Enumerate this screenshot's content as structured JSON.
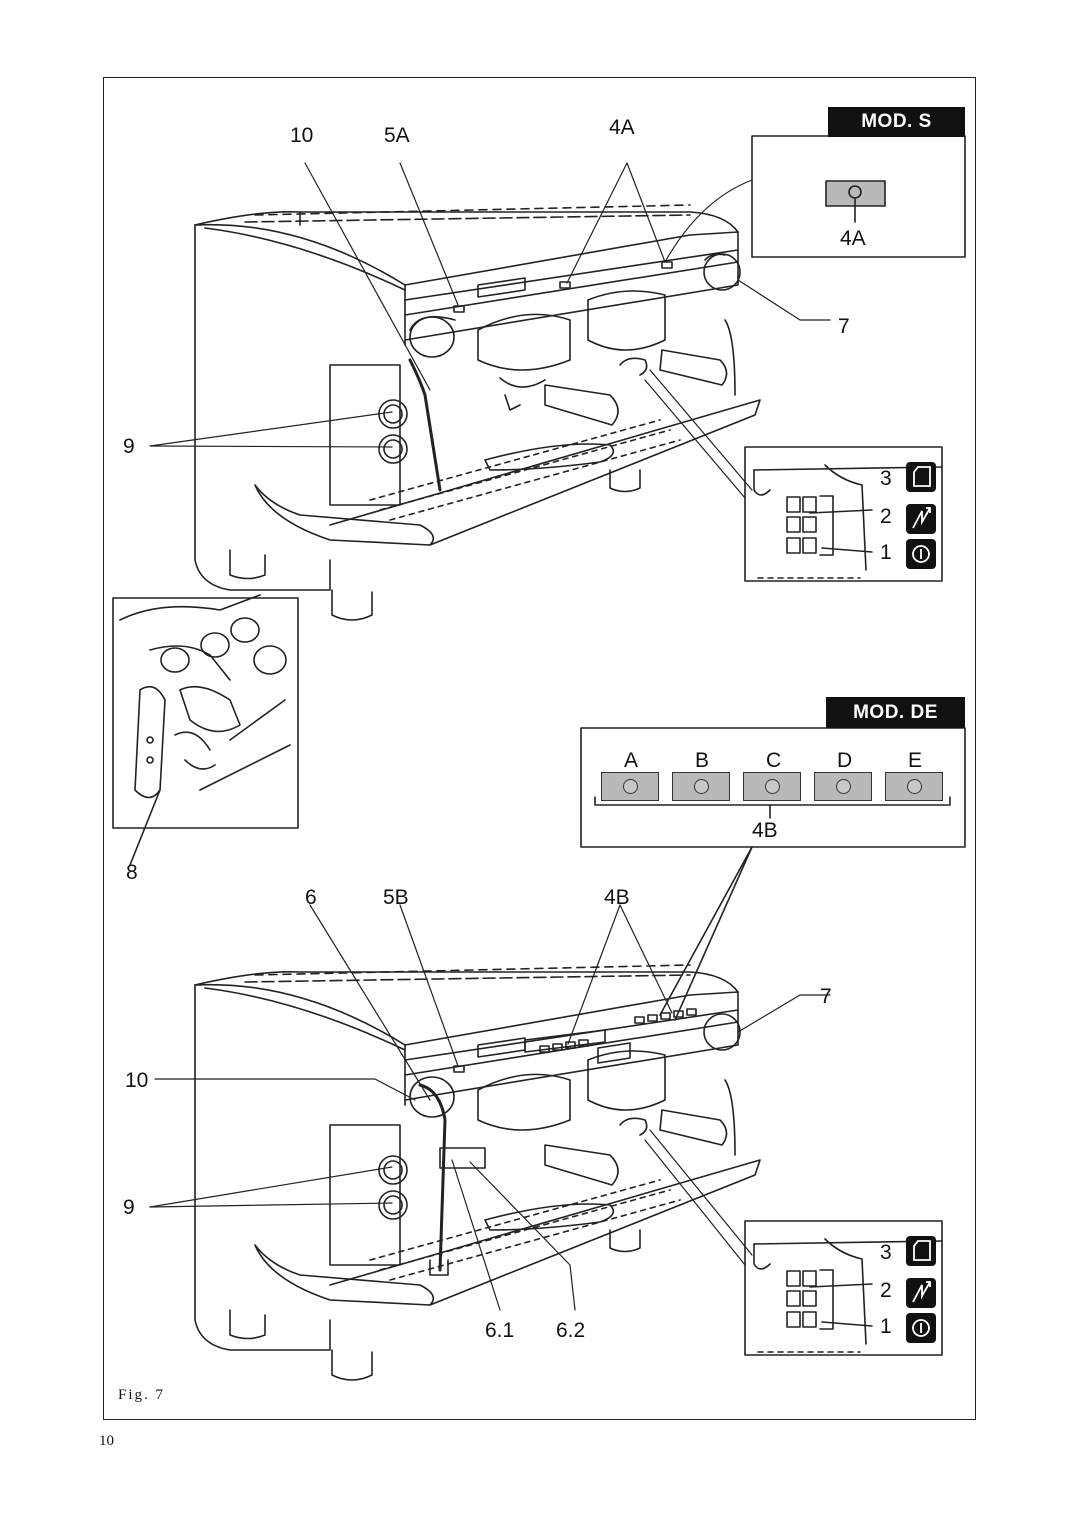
{
  "top_labels": {
    "l10": "10",
    "l5a": "5A",
    "l4a": "4A",
    "l7": "7",
    "l9": "9",
    "mod_s": "MOD. S",
    "inset_4a": "4A",
    "s3": "3",
    "s2": "2",
    "s1": "1"
  },
  "side_labels": {
    "l8": "8"
  },
  "bottom_labels": {
    "l6": "6",
    "l5b": "5B",
    "l4b": "4B",
    "l7": "7",
    "l10": "10",
    "l9": "9",
    "l61": "6.1",
    "l62": "6.2",
    "mod_de": "MOD. DE",
    "keys": [
      "A",
      "B",
      "C",
      "D",
      "E"
    ],
    "inset_4b": "4B",
    "s3": "3",
    "s2": "2",
    "s1": "1"
  },
  "figure_caption": "Fig. 7",
  "page_number": "10",
  "icons": [
    "cup-icon",
    "steam-icon",
    "power-icon"
  ]
}
